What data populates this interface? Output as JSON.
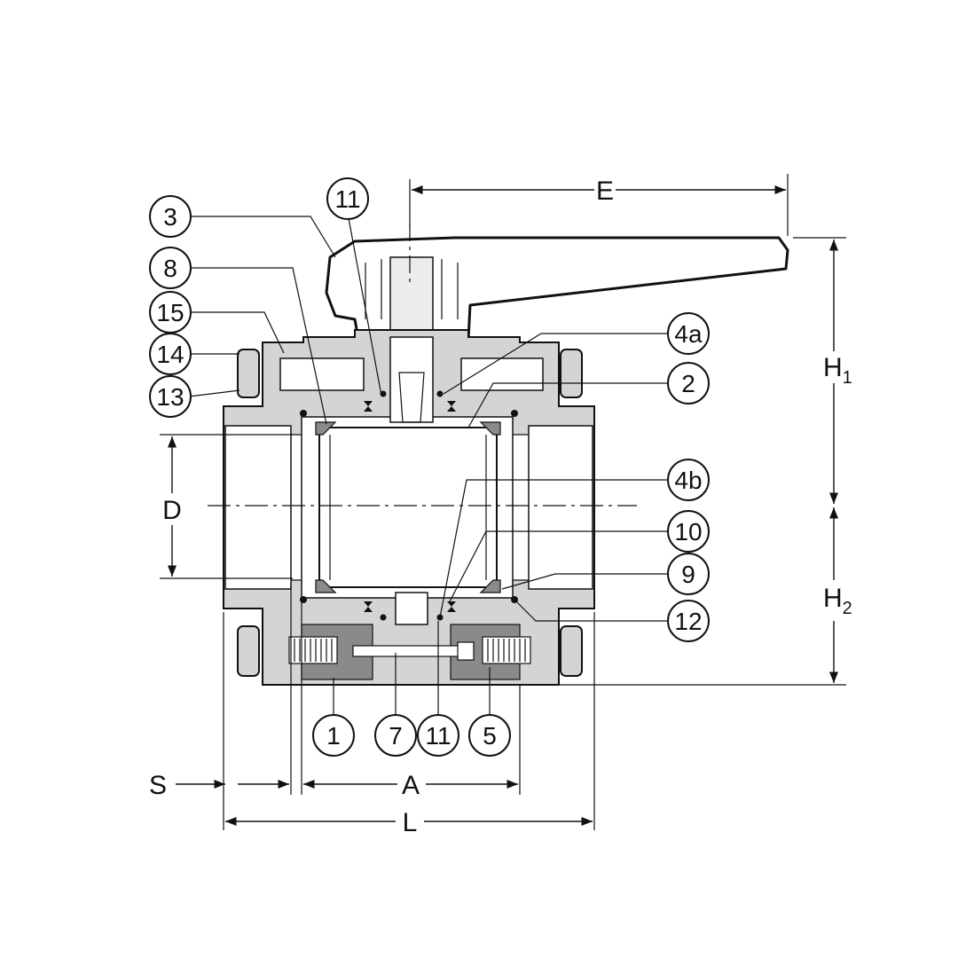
{
  "parts": [
    "11",
    "3",
    "8",
    "15",
    "14",
    "13",
    "4a",
    "2",
    "4b",
    "10",
    "9",
    "12",
    "1",
    "7",
    "11",
    "5"
  ],
  "dimensions": {
    "E": "E",
    "H1_main": "H",
    "H1_sub": "1",
    "H2_main": "H",
    "H2_sub": "2",
    "D": "D",
    "S": "S",
    "A": "A",
    "L": "L"
  }
}
